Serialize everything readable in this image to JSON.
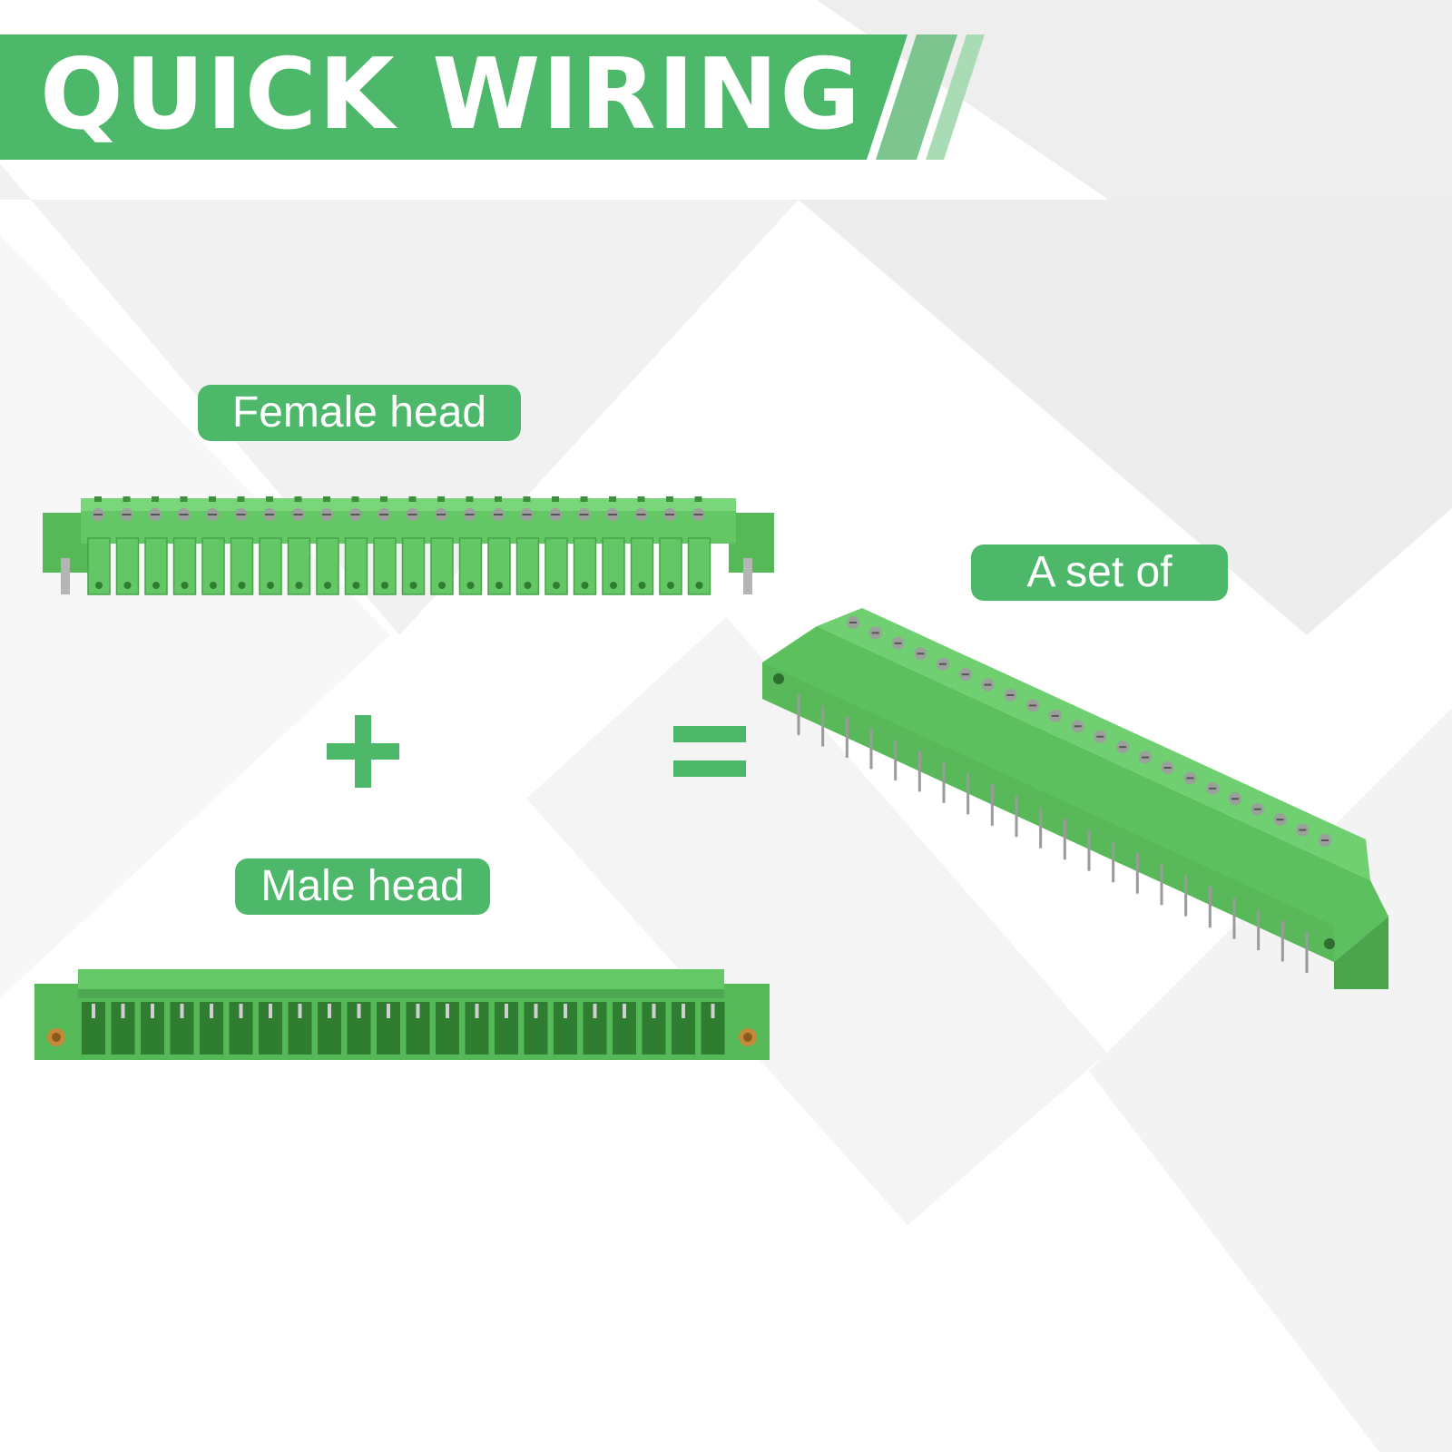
{
  "banner": {
    "title": "QUICK WIRING"
  },
  "labels": {
    "female_head": "Female head",
    "male_head": "Male head",
    "set_of": "A set of"
  },
  "operators": {
    "plus": "+",
    "equals": "="
  },
  "products": {
    "female_connector": {
      "icon": "female-terminal-block",
      "color": "#5cc05e"
    },
    "male_connector": {
      "icon": "male-pin-header",
      "color": "#5cc05e"
    },
    "assembled_connector": {
      "icon": "assembled-terminal-block",
      "color": "#5cc05e"
    }
  },
  "colors": {
    "accent": "#4db86a",
    "banner_light": "#7cc58e",
    "product": "#5cc05e"
  }
}
